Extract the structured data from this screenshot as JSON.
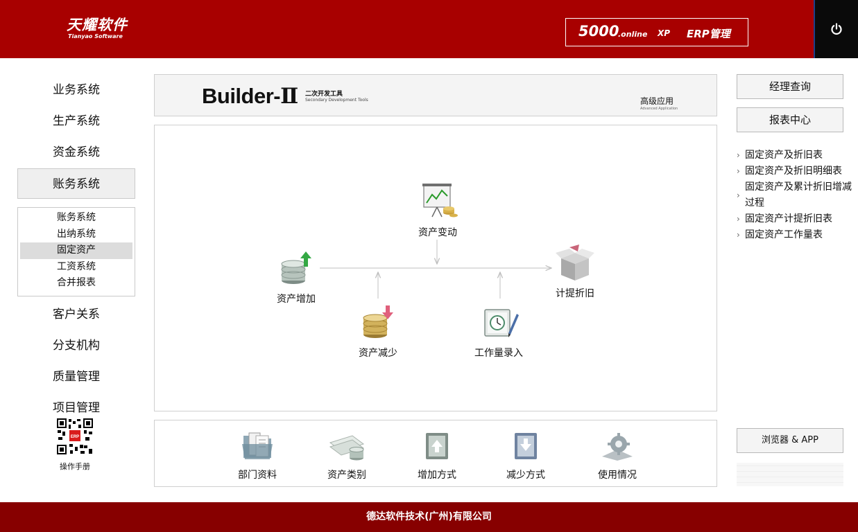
{
  "header": {
    "logo_cn": "天耀软件",
    "logo_en": "Tianyao Software",
    "brand_num": "5000",
    "brand_online": ".online",
    "brand_xp": "XP",
    "brand_erp": "ERP管理",
    "power_icon": "power-icon"
  },
  "nav": {
    "items": [
      "业务系统",
      "生产系统",
      "资金系统",
      "账务系统",
      "客户关系",
      "分支机构",
      "质量管理",
      "项目管理"
    ],
    "sub_items": [
      "账务系统",
      "出纳系统",
      "固定资产",
      "工资系统",
      "合并报表"
    ],
    "active_sub": "固定资产",
    "manual_label": "操作手册"
  },
  "banner": {
    "title": "Builder-",
    "roman": "Ⅱ",
    "sub_cn": "二次开发工具",
    "sub_en": "Secondary Development Tools",
    "adv_cn": "高级应用",
    "adv_en": "Advanced Application"
  },
  "flow": {
    "asset_change": "资产变动",
    "asset_add": "资产增加",
    "asset_reduce": "资产减少",
    "workload_entry": "工作量录入",
    "depreciation": "计提折旧"
  },
  "toolbar": {
    "items": [
      "部门资料",
      "资产类别",
      "增加方式",
      "减少方式",
      "使用情况"
    ]
  },
  "right": {
    "manager_query": "经理查询",
    "report_center": "报表中心",
    "links": [
      "固定资产及折旧表",
      "固定资产及折旧明细表",
      "固定资产及累计折旧增减过程",
      "固定资产计提折旧表",
      "固定资产工作量表"
    ],
    "browser_app": "浏览器 & APP"
  },
  "footer": {
    "company": "德达软件技术(广州)有限公司"
  },
  "colors": {
    "header_red": "#a80000",
    "footer_red": "#870000"
  }
}
